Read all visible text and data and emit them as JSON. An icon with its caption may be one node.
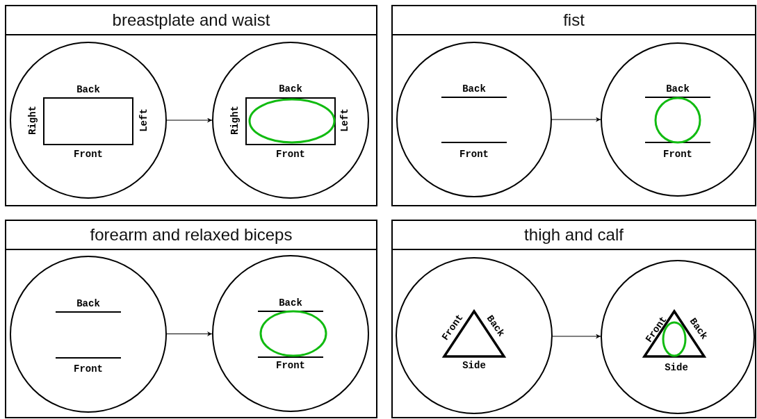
{
  "diagram": {
    "nodes": [
      {
        "text": [
          "breastplate and waist"
        ]
      },
      {
        "text": [
          "Back",
          "Right",
          "Left",
          "Front"
        ],
        "in": 0
      },
      {
        "text": [
          "Back",
          "Right",
          "Left",
          "Front"
        ],
        "in": 0
      },
      {
        "text": [
          "fist"
        ]
      },
      {
        "text": [
          "Back",
          "Front"
        ],
        "in": 3
      },
      {
        "text": [
          "Back",
          "Front"
        ],
        "in": 3
      },
      {
        "text": [
          "forearm and relaxed biceps"
        ]
      },
      {
        "text": [
          "Back",
          "Front"
        ],
        "in": 6
      },
      {
        "text": [
          "Back",
          "Front"
        ],
        "in": 6
      },
      {
        "text": [
          "thigh and calf"
        ]
      },
      {
        "text": [
          "Front",
          "Back",
          "Side"
        ],
        "in": 9
      },
      {
        "text": [
          "Front",
          "Back",
          "Side"
        ],
        "in": 9
      }
    ],
    "edges": [
      {
        "from": 1,
        "to": 2,
        "arrow": "to"
      },
      {
        "from": 4,
        "to": 5,
        "arrow": "to"
      },
      {
        "from": 7,
        "to": 8,
        "arrow": "to"
      },
      {
        "from": 10,
        "to": 11,
        "arrow": "to"
      }
    ]
  }
}
